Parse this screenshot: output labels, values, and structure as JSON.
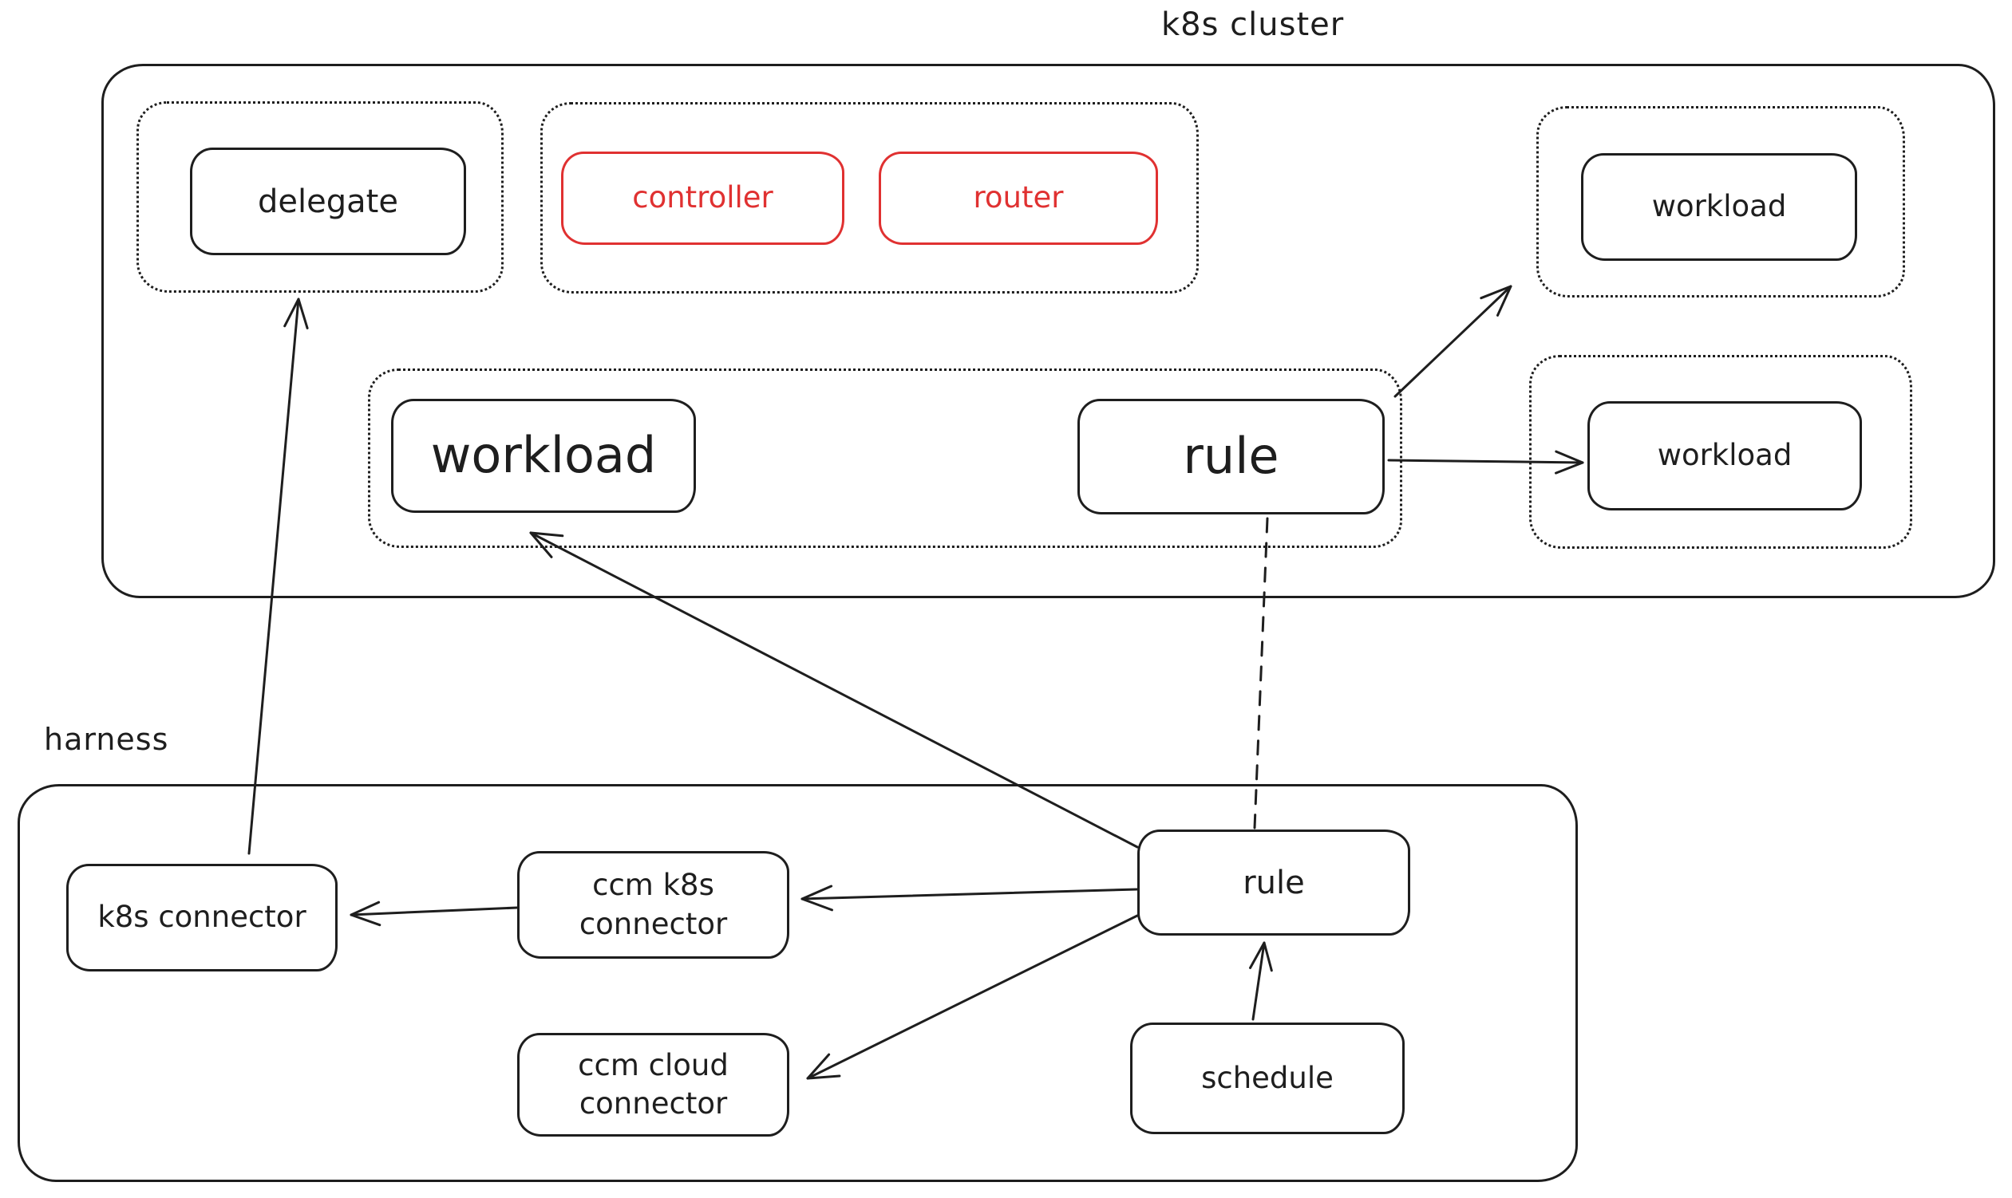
{
  "colors": {
    "ink": "#1e1e1e",
    "accent": "#e03131",
    "background": "#ffffff"
  },
  "k8s_cluster": {
    "label": "k8s cluster",
    "nodes": {
      "delegate": {
        "label": "delegate"
      },
      "controller": {
        "label": "controller",
        "color": "#e03131"
      },
      "router": {
        "label": "router",
        "color": "#e03131"
      },
      "workload_top": {
        "label": "workload"
      },
      "workload_right": {
        "label": "workload"
      },
      "workload_main": {
        "label": "workload"
      },
      "rule": {
        "label": "rule"
      }
    }
  },
  "harness": {
    "label": "harness",
    "nodes": {
      "k8s_connector": {
        "label": "k8s connector"
      },
      "ccm_k8s_connector": {
        "label": "ccm k8s connector"
      },
      "ccm_cloud_connector": {
        "label": "ccm cloud connector"
      },
      "rule": {
        "label": "rule"
      },
      "schedule": {
        "label": "schedule"
      }
    }
  },
  "edges": [
    {
      "from": "harness.k8s_connector",
      "to": "k8s_cluster.delegate",
      "style": "solid-arrow"
    },
    {
      "from": "harness.rule",
      "to": "k8s_cluster.workload_main",
      "style": "solid-arrow"
    },
    {
      "from": "harness.rule",
      "to": "harness.ccm_k8s_connector",
      "style": "solid-arrow"
    },
    {
      "from": "harness.rule",
      "to": "harness.ccm_cloud_connector",
      "style": "solid-arrow"
    },
    {
      "from": "harness.ccm_k8s_connector",
      "to": "harness.k8s_connector",
      "style": "solid-arrow"
    },
    {
      "from": "harness.schedule",
      "to": "harness.rule",
      "style": "solid-arrow"
    },
    {
      "from": "k8s_cluster.rule",
      "to": "harness.rule",
      "style": "dashed-line"
    },
    {
      "from": "k8s_cluster.rule",
      "to": "k8s_cluster.workload_top",
      "style": "solid-arrow"
    },
    {
      "from": "k8s_cluster.rule",
      "to": "k8s_cluster.workload_right",
      "style": "solid-arrow"
    }
  ]
}
